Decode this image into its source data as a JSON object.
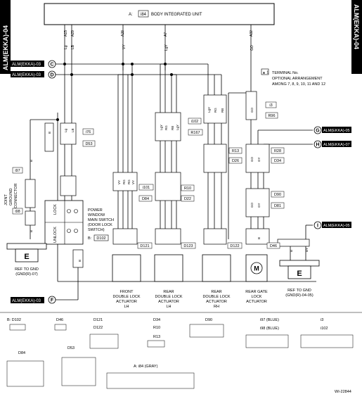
{
  "side_tabs": {
    "left": "ALM(EKKA)-04",
    "right": "ALM(EKKA)-04"
  },
  "unit_title": "BODY INTEGRATED UNIT",
  "unit_conn": "i84",
  "unit_conn_letter": "A:",
  "unit_pins": [
    "A15",
    "A29",
    "A28",
    "A7",
    "A32"
  ],
  "unit_wires": [
    "Lg",
    "LB",
    "VY",
    "LgY",
    "GO"
  ],
  "offpage": {
    "c": "ALM(EKKA)-03",
    "d": "ALM(EKKA)-03",
    "f": "ALM(EKKA)-03",
    "g": "ALM(EKKA)-05",
    "h": "ALM(EKKA)-07",
    "i": "ALM(EKKA)-05"
  },
  "offpage_letters": {
    "c": "C",
    "d": "D",
    "f": "F",
    "g": "G",
    "h": "H",
    "i": "I"
  },
  "legend": {
    "mark": "▲ 1",
    "lines": [
      "TERMINAL No.",
      "OPTIONAL ARRANGEMENT",
      "AMONG 7, 8, 9, 10, 11 AND 12"
    ]
  },
  "conn_labels": {
    "i76": "i76",
    "d53": "D53",
    "i102": "i102",
    "r167": "R167",
    "i3": "i3",
    "r96": "R96",
    "i101": "i101",
    "d84": "D84",
    "r10": "R10",
    "d22": "D22",
    "r13": "R13",
    "d26": "D26",
    "r28": "R28",
    "d34": "D34",
    "d90": "D90",
    "d81": "D81",
    "d121": "D121",
    "d123": "D123",
    "d122": "D122",
    "d46": "D46",
    "i97": "i97",
    "i98": "i98",
    "b_d102": "B:",
    "d102": "D102"
  },
  "joint_label": [
    "JOINT",
    "GROUND",
    "CONNECTOR"
  ],
  "switch_label": [
    "POWER",
    "WINDOW",
    "MAIN SWITCH",
    "(DOOR LOCK",
    "SWITCH)"
  ],
  "switch_lock": "LOCK",
  "switch_unlock": "UNLOCK",
  "ground_symbol": "E",
  "motor_symbol": "M",
  "ground_refs": {
    "left": [
      "REF TO GND",
      "(GND(R)-07)"
    ],
    "right": [
      "REF TO GND",
      "(GND(R)-04-05)"
    ]
  },
  "actuators": [
    {
      "name": [
        "FRONT",
        "DOUBLE LOCK",
        "ACTUATOR",
        "LH"
      ]
    },
    {
      "name": [
        "REAR",
        "DOUBLE LOCK",
        "ACTUATOR",
        "LH"
      ]
    },
    {
      "name": [
        "REAR",
        "DOUBLE LOCK",
        "ACTUATOR",
        "RH"
      ]
    },
    {
      "name": [
        "REAR GATE",
        "LOCK",
        "ACTUATOR"
      ]
    }
  ],
  "wire_labels": {
    "sw1": "Lg",
    "sw2": "LB",
    "sw3": "B",
    "sw4": "B",
    "sw5": "B",
    "fr1": "VY",
    "fr2": "RG",
    "fr3": "RG",
    "fr4": "VY",
    "rl1": "LgY",
    "rl2": "RG",
    "rl3": "RB",
    "rl4": "LgY",
    "rr1": "LgY",
    "rr2": "RG",
    "rr3": "RB",
    "rr4": "GO",
    "gt1": "GO",
    "gt2": "GY",
    "gt3": "GO",
    "gt4": "GY",
    "gnd1": "B",
    "gnd2": "B",
    "gnd3": "BY",
    "gnd4": "B"
  },
  "bottom": {
    "b_d102": "B: D102",
    "d46": "D46",
    "d121": "D121",
    "d122": "D122",
    "d34": "D34",
    "r10": "R10",
    "r13": "R13",
    "d90": "D90",
    "i97": "i97 (BLUE)",
    "i98": "i98 (BLUE)",
    "i3": "i3",
    "i102": "i102",
    "d84": "D84",
    "d53": "D53",
    "a_i84": "A: i84 (GRAY)"
  },
  "drawing_no": "WI-22844"
}
